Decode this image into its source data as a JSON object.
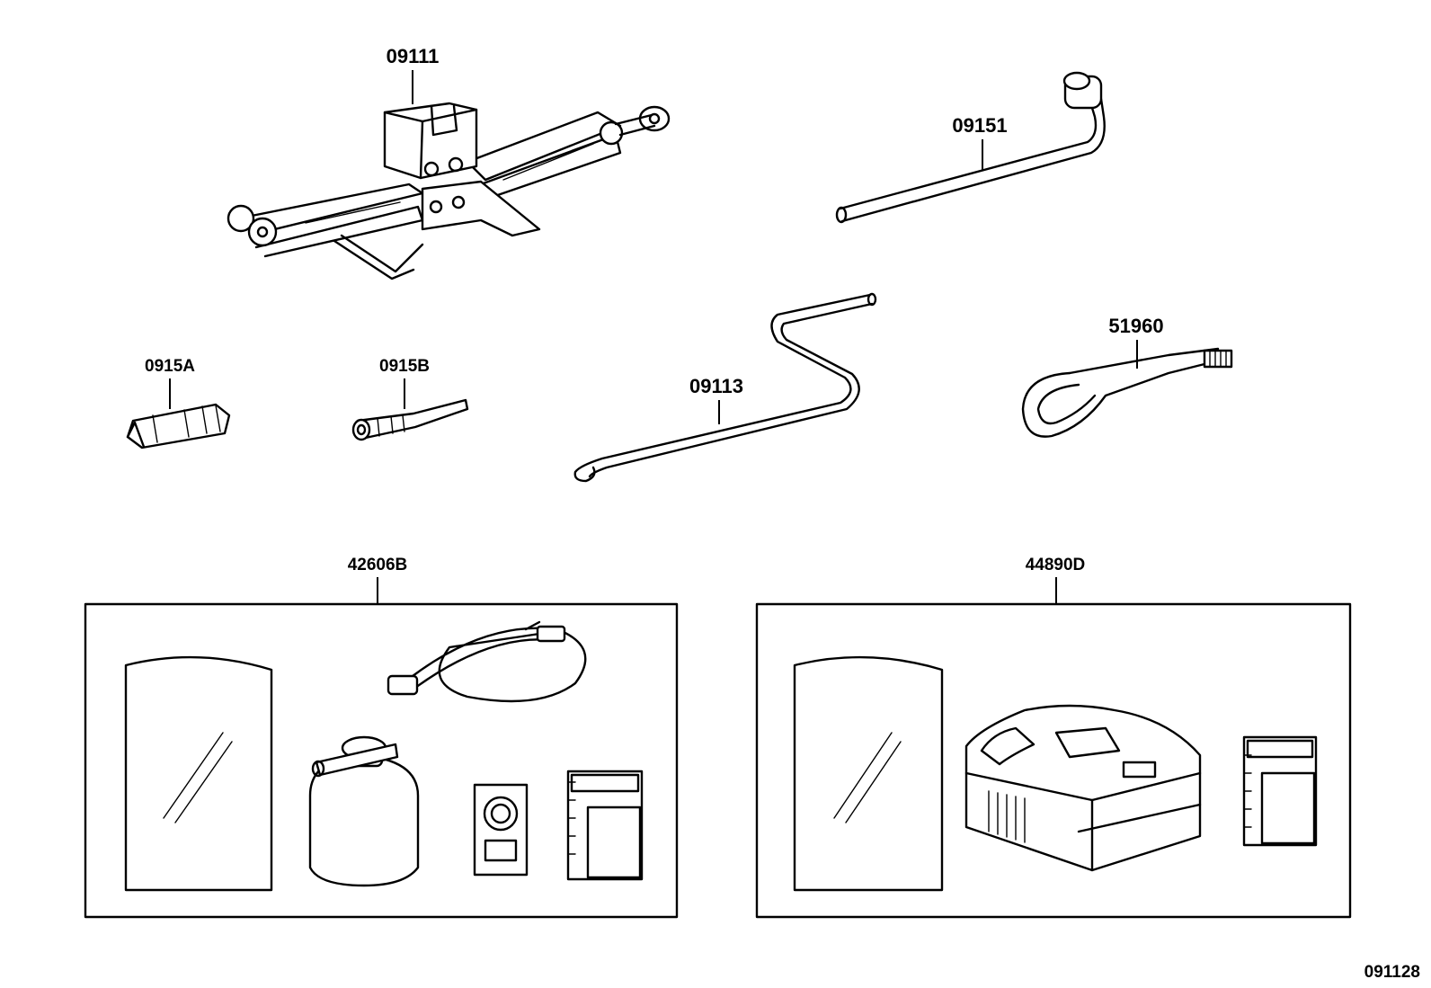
{
  "diagram_id": "091128",
  "callouts": {
    "jack": "09111",
    "wrench": "09151",
    "adapter_a": "0915A",
    "adapter_b": "0915B",
    "handle": "09113",
    "tow_hook": "51960",
    "kit_left": "42606B",
    "kit_right": "44890D"
  }
}
